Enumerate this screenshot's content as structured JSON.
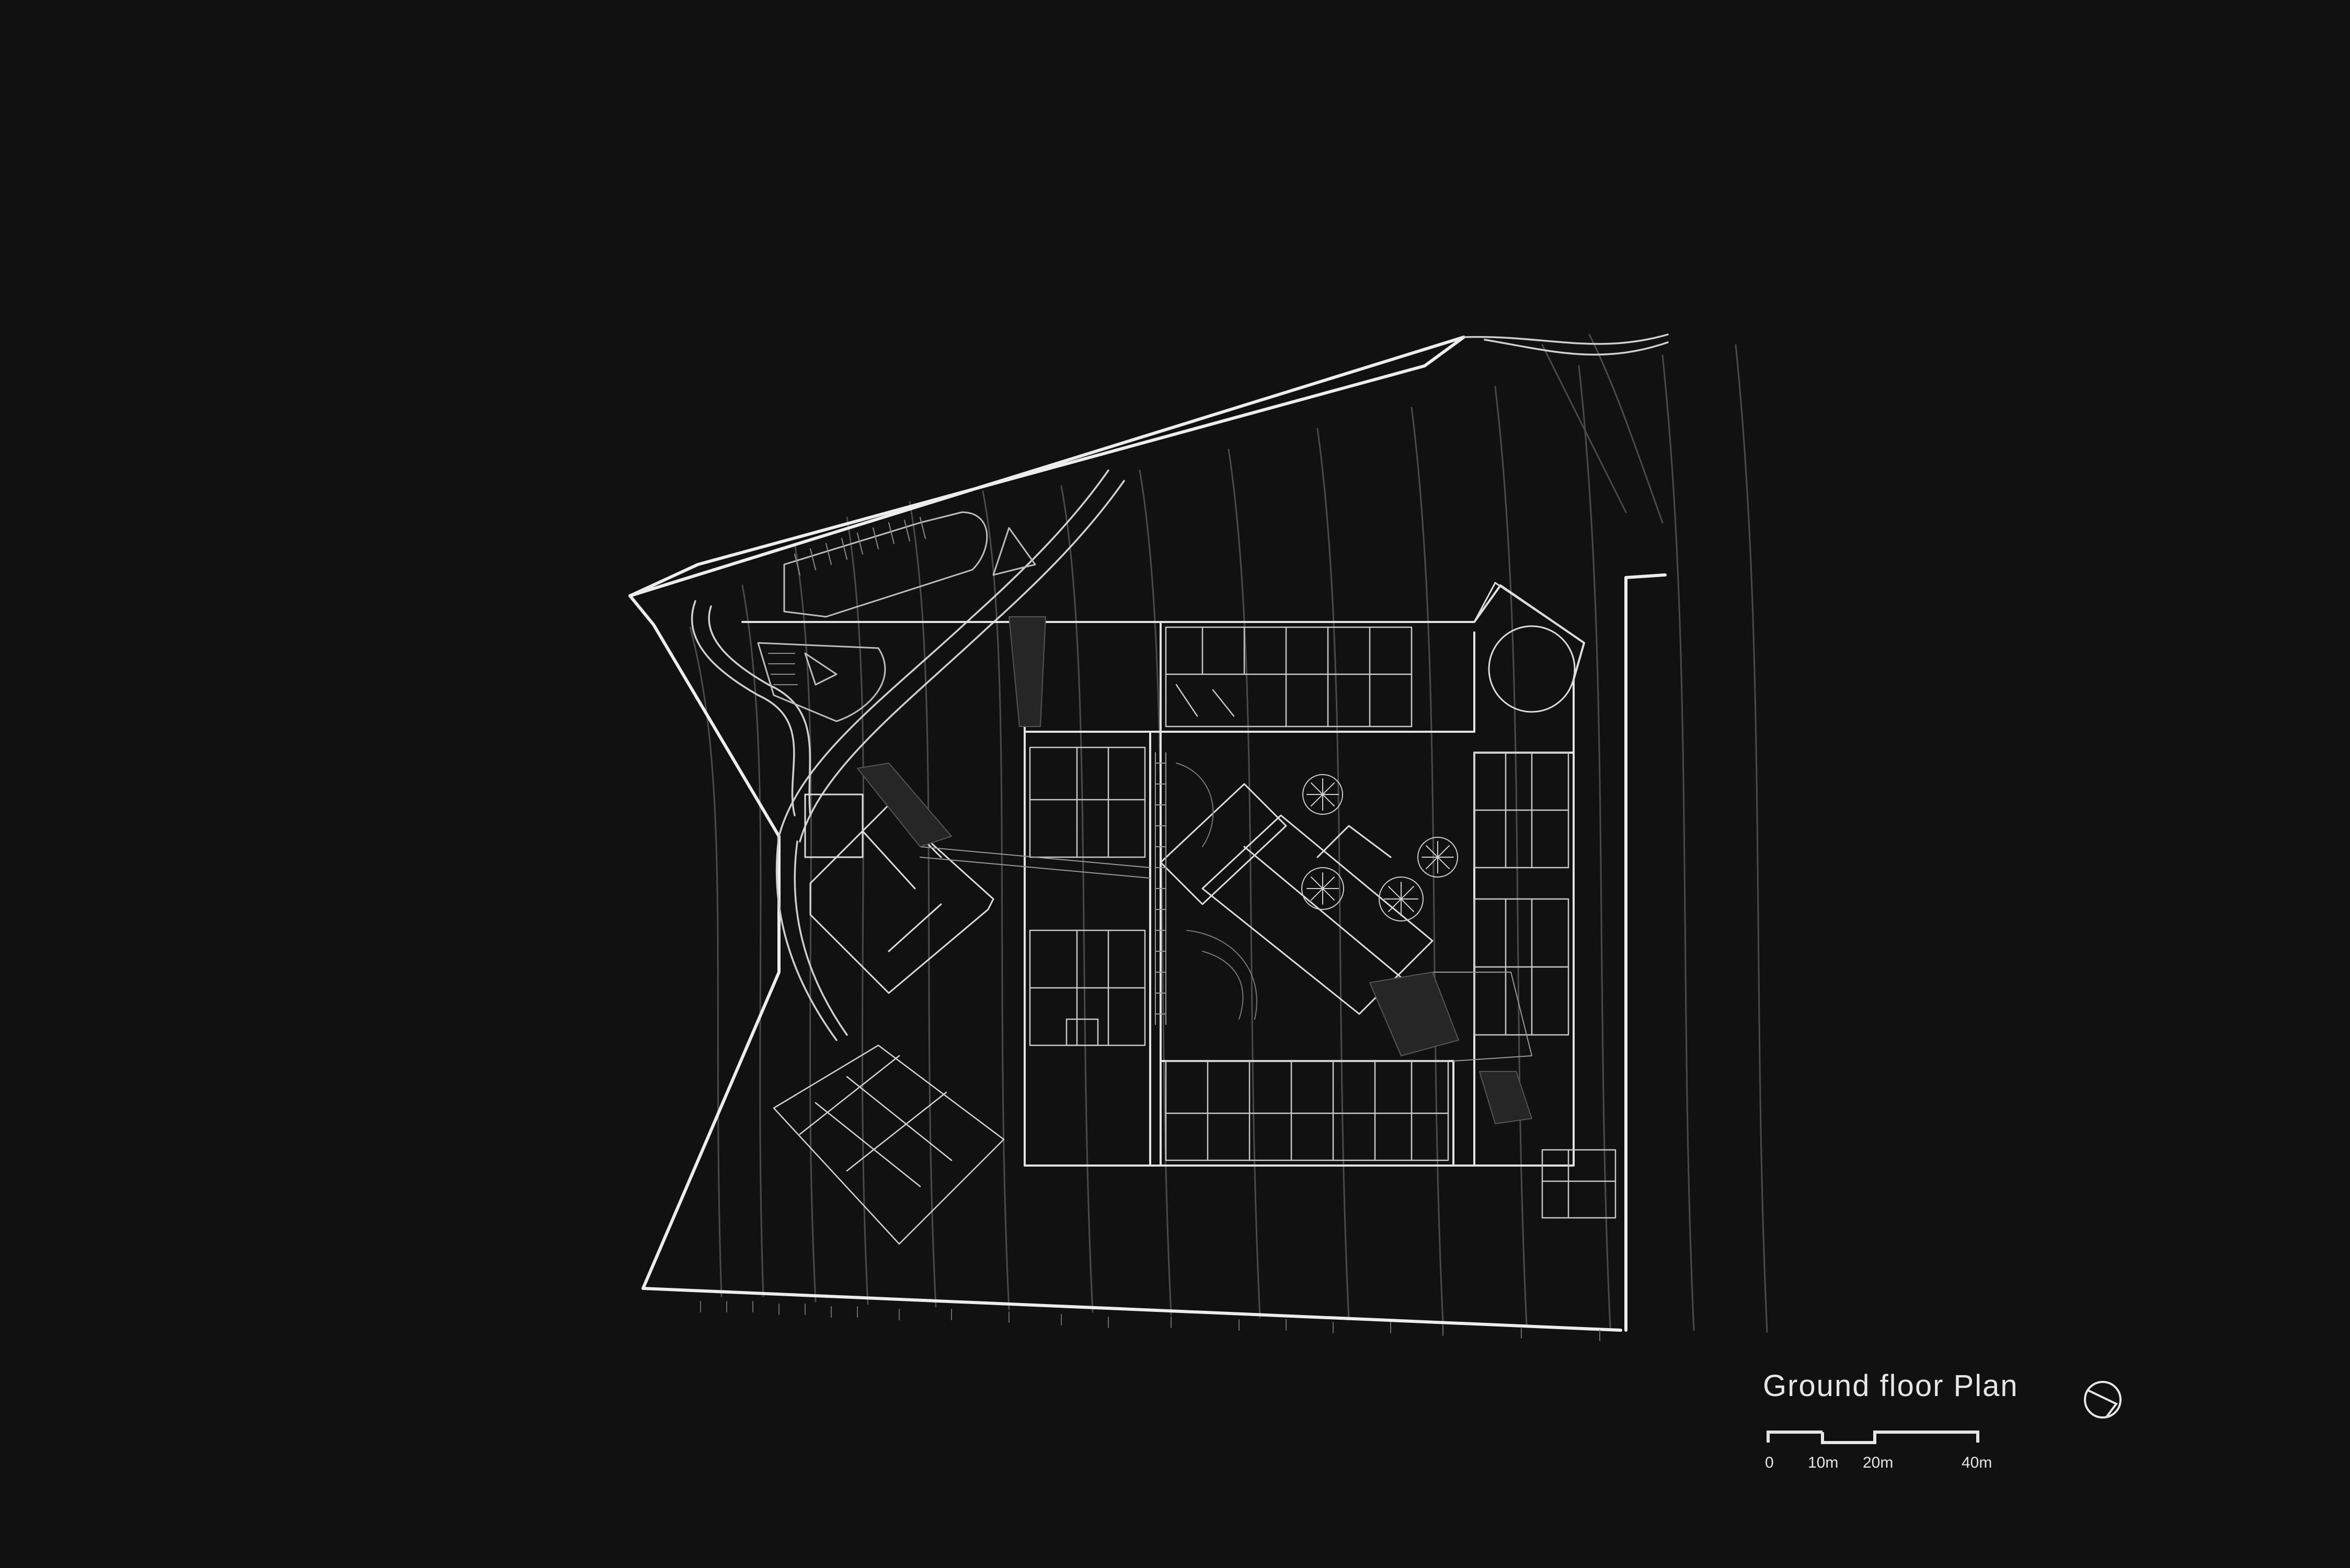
{
  "drawing": {
    "title": "Ground floor Plan",
    "background_color": "#111111",
    "line_color": "#e8e8e8"
  },
  "scale_bar": {
    "labels": [
      "0",
      "10m",
      "20m",
      "40m"
    ]
  },
  "north_arrow": {
    "icon": "north-arrow-icon"
  }
}
